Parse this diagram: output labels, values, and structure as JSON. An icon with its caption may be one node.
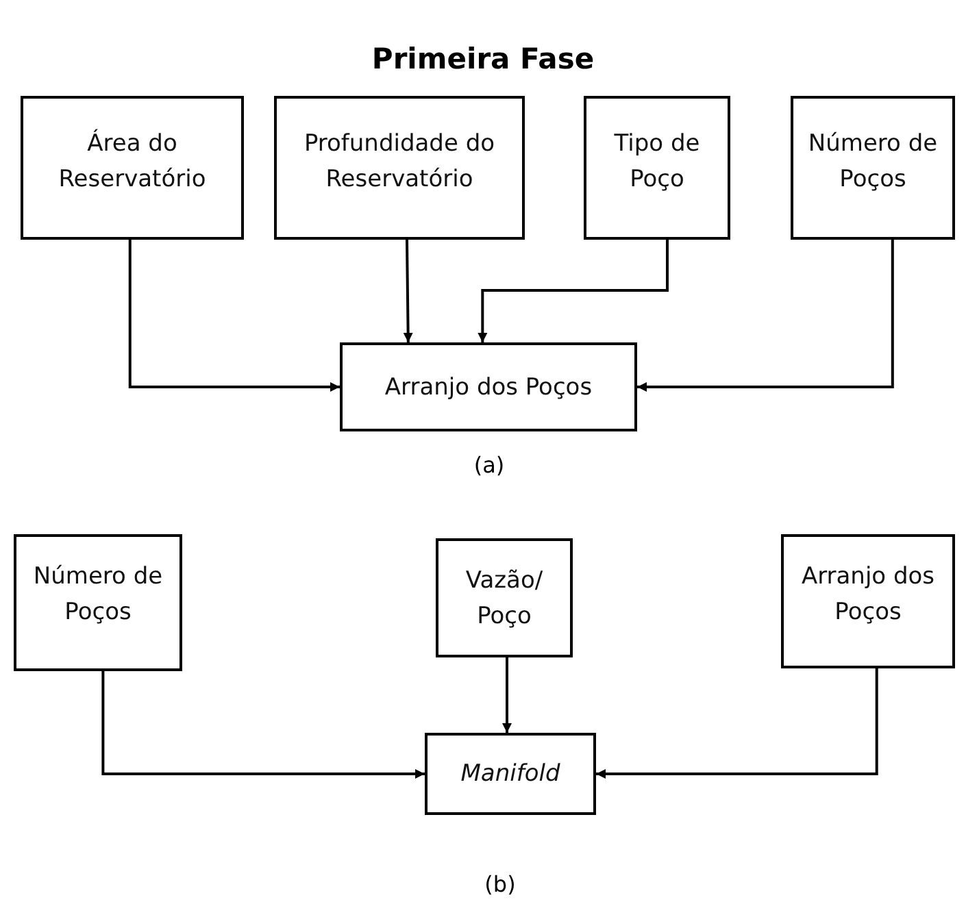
{
  "diagram": {
    "title": "Primeira Fase",
    "nodes": [
      {
        "text": [
          "Área do Reservatório"
        ]
      },
      {
        "text": [
          "Profundidade do Reservatório"
        ]
      },
      {
        "text": [
          "Tipo de Poço"
        ]
      },
      {
        "text": [
          "Número de Poços"
        ]
      },
      {
        "text": [
          "Arranjo dos Poços"
        ]
      },
      {
        "text": [
          "Número de Poços"
        ]
      },
      {
        "text": [
          "Vazão/ Poço"
        ]
      },
      {
        "text": [
          "Arranjo dos Poços"
        ]
      },
      {
        "text": [
          "*Manifold*"
        ]
      }
    ],
    "edges": [
      {
        "from": 0,
        "to": 4,
        "arrow": "to"
      },
      {
        "from": 1,
        "to": 4,
        "arrow": "to"
      },
      {
        "from": 2,
        "to": 4,
        "arrow": "to"
      },
      {
        "from": 3,
        "to": 4,
        "arrow": "to"
      },
      {
        "from": 5,
        "to": 8,
        "arrow": "to"
      },
      {
        "from": 6,
        "to": 8,
        "arrow": "to"
      },
      {
        "from": 7,
        "to": 8,
        "arrow": "to"
      }
    ],
    "labels": [
      "(a)",
      "(b)"
    ]
  }
}
